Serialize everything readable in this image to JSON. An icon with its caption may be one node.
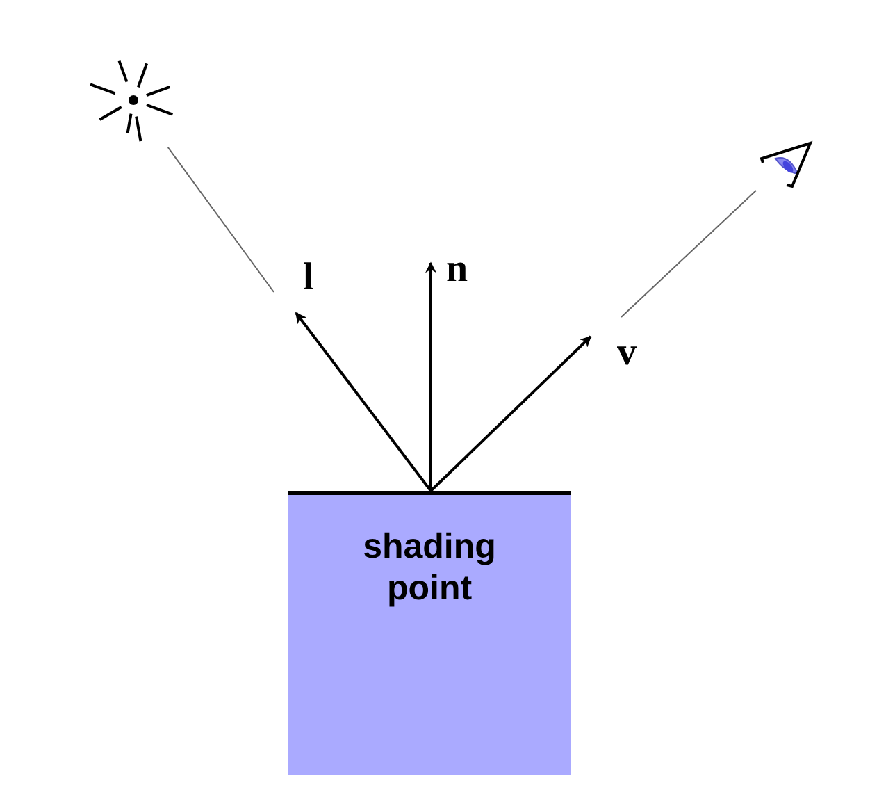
{
  "diagram": {
    "nodes": [
      {
        "text": [
          "shading point"
        ]
      },
      {
        "text": [],
        "shape": "picture"
      },
      {
        "text": [],
        "shape": "picture"
      }
    ],
    "edges": [
      {
        "from": 0,
        "to": null,
        "arrow": "to",
        "label": "l"
      },
      {
        "from": 0,
        "to": null,
        "arrow": "to",
        "label": "n"
      },
      {
        "from": 0,
        "to": null,
        "arrow": "to",
        "label": "v"
      },
      {
        "from": 1,
        "to": null,
        "arrow": "none",
        "color": "#666666"
      },
      {
        "from": 2,
        "to": null,
        "arrow": "none",
        "color": "#666666"
      }
    ]
  }
}
